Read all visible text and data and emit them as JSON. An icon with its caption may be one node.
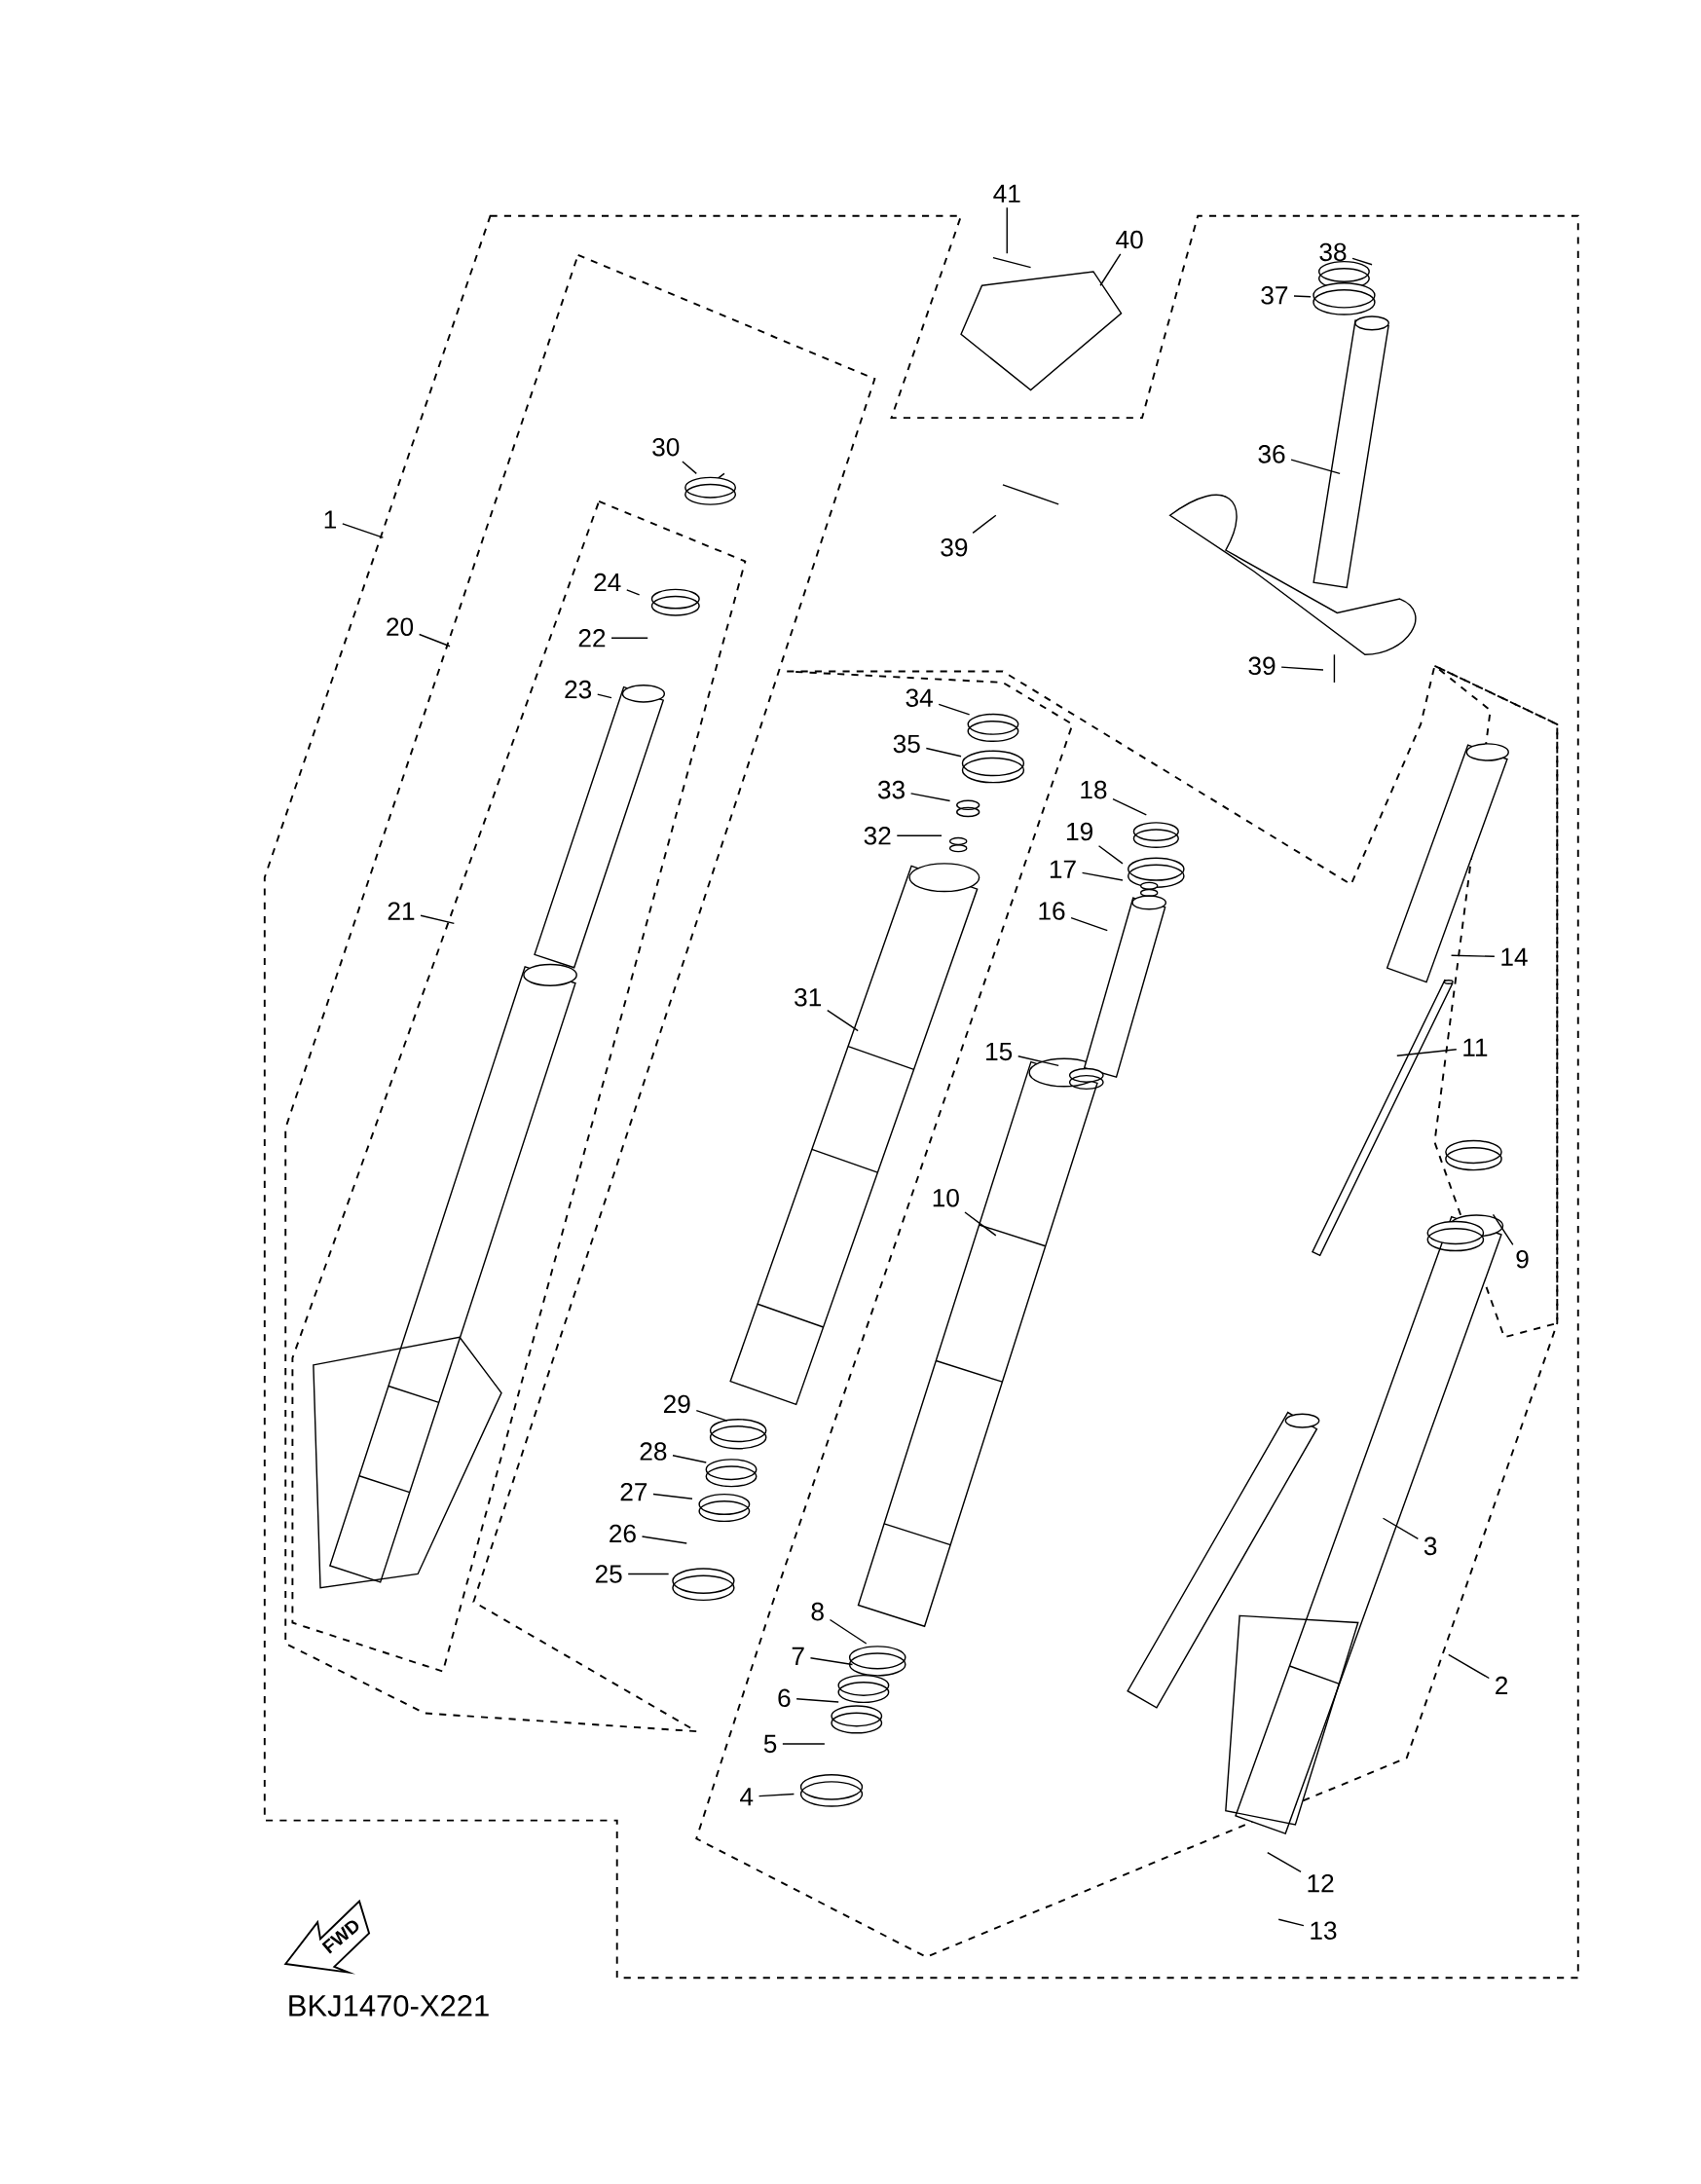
{
  "diagram": {
    "nodes": [
      {
        "text": [
          "1"
        ]
      },
      {
        "text": [
          "2"
        ]
      },
      {
        "text": [
          "3"
        ]
      },
      {
        "text": [
          "4"
        ]
      },
      {
        "text": [
          "5"
        ]
      },
      {
        "text": [
          "6"
        ]
      },
      {
        "text": [
          "7"
        ]
      },
      {
        "text": [
          "8"
        ]
      },
      {
        "text": [
          "9"
        ]
      },
      {
        "text": [
          "10"
        ]
      },
      {
        "text": [
          "11"
        ]
      },
      {
        "text": [
          "12"
        ]
      },
      {
        "text": [
          "13"
        ]
      },
      {
        "text": [
          "14"
        ]
      },
      {
        "text": [
          "15"
        ]
      },
      {
        "text": [
          "16"
        ]
      },
      {
        "text": [
          "17"
        ]
      },
      {
        "text": [
          "18"
        ]
      },
      {
        "text": [
          "19"
        ]
      },
      {
        "text": [
          "20"
        ]
      },
      {
        "text": [
          "21"
        ]
      },
      {
        "text": [
          "22"
        ]
      },
      {
        "text": [
          "23"
        ]
      },
      {
        "text": [
          "24"
        ]
      },
      {
        "text": [
          "25"
        ]
      },
      {
        "text": [
          "26"
        ]
      },
      {
        "text": [
          "27"
        ]
      },
      {
        "text": [
          "28"
        ]
      },
      {
        "text": [
          "29"
        ]
      },
      {
        "text": [
          "30"
        ]
      },
      {
        "text": [
          "31"
        ]
      },
      {
        "text": [
          "32"
        ]
      },
      {
        "text": [
          "33"
        ]
      },
      {
        "text": [
          "34"
        ]
      },
      {
        "text": [
          "35"
        ]
      },
      {
        "text": [
          "36"
        ]
      },
      {
        "text": [
          "37"
        ]
      },
      {
        "text": [
          "38"
        ]
      },
      {
        "text": [
          "39"
        ]
      },
      {
        "text": [
          "39"
        ]
      },
      {
        "text": [
          "40"
        ]
      },
      {
        "text": [
          "41"
        ]
      }
    ],
    "edges": [
      {
        "from": 0,
        "to": null,
        "arrow": "none"
      },
      {
        "from": 1,
        "to": null,
        "arrow": "none"
      },
      {
        "from": 2,
        "to": null,
        "arrow": "none"
      },
      {
        "from": 3,
        "to": null,
        "arrow": "none"
      },
      {
        "from": 4,
        "to": null,
        "arrow": "none"
      },
      {
        "from": 5,
        "to": null,
        "arrow": "none"
      },
      {
        "from": 6,
        "to": null,
        "arrow": "none"
      },
      {
        "from": 7,
        "to": null,
        "arrow": "none"
      },
      {
        "from": 8,
        "to": null,
        "arrow": "none"
      },
      {
        "from": 9,
        "to": null,
        "arrow": "none"
      },
      {
        "from": 10,
        "to": null,
        "arrow": "none"
      },
      {
        "from": 11,
        "to": null,
        "arrow": "none"
      },
      {
        "from": 12,
        "to": null,
        "arrow": "none"
      },
      {
        "from": 13,
        "to": null,
        "arrow": "none"
      },
      {
        "from": 14,
        "to": null,
        "arrow": "none"
      },
      {
        "from": 15,
        "to": null,
        "arrow": "none"
      },
      {
        "from": 16,
        "to": null,
        "arrow": "none"
      },
      {
        "from": 17,
        "to": null,
        "arrow": "none"
      },
      {
        "from": 18,
        "to": null,
        "arrow": "none"
      },
      {
        "from": 19,
        "to": null,
        "arrow": "none"
      },
      {
        "from": 20,
        "to": null,
        "arrow": "none"
      },
      {
        "from": 21,
        "to": null,
        "arrow": "none"
      },
      {
        "from": 22,
        "to": null,
        "arrow": "none"
      },
      {
        "from": 23,
        "to": null,
        "arrow": "none"
      },
      {
        "from": 24,
        "to": null,
        "arrow": "none"
      },
      {
        "from": 25,
        "to": null,
        "arrow": "none"
      },
      {
        "from": 26,
        "to": null,
        "arrow": "none"
      },
      {
        "from": 27,
        "to": null,
        "arrow": "none"
      },
      {
        "from": 28,
        "to": null,
        "arrow": "none"
      },
      {
        "from": 29,
        "to": null,
        "arrow": "none"
      },
      {
        "from": 30,
        "to": null,
        "arrow": "none"
      },
      {
        "from": 31,
        "to": null,
        "arrow": "none"
      },
      {
        "from": 32,
        "to": null,
        "arrow": "none"
      },
      {
        "from": 33,
        "to": null,
        "arrow": "none"
      },
      {
        "from": 34,
        "to": null,
        "arrow": "none"
      },
      {
        "from": 35,
        "to": null,
        "arrow": "none"
      },
      {
        "from": 36,
        "to": null,
        "arrow": "none"
      },
      {
        "from": 37,
        "to": null,
        "arrow": "none"
      },
      {
        "from": 38,
        "to": null,
        "arrow": "none"
      },
      {
        "from": 39,
        "to": null,
        "arrow": "none"
      },
      {
        "from": 40,
        "to": null,
        "arrow": "none"
      },
      {
        "from": 41,
        "to": null,
        "arrow": "none"
      }
    ],
    "labels": [
      "FWD",
      "BKJ1470-X221"
    ]
  }
}
